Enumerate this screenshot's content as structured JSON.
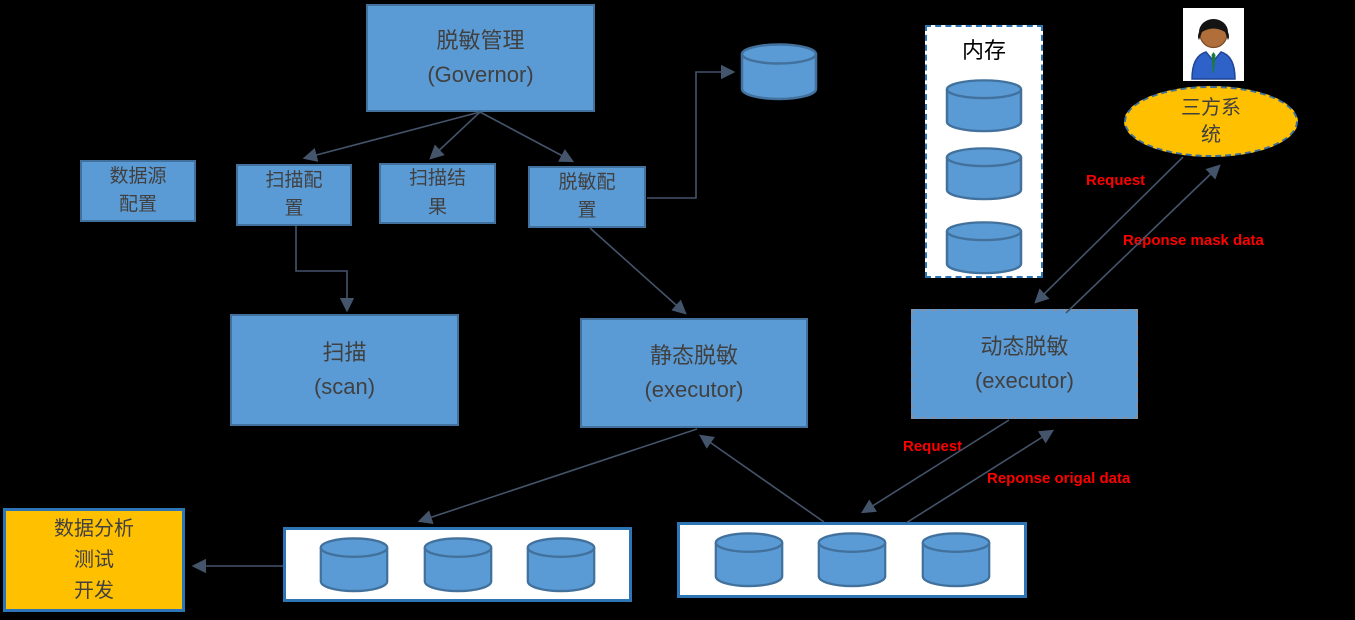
{
  "colors": {
    "accent_blue": "#5B9BD5",
    "box_border_blue": "#41719C",
    "container_border_blue": "#2E75B6",
    "highlight_yellow": "#FFC000",
    "arrow_slate": "#44546A",
    "label_red": "#FF0000",
    "background": "#000000"
  },
  "nodes": {
    "governor": {
      "line1": "脱敏管理",
      "line2": "(Governor)"
    },
    "datasource_config": {
      "line1": "数据源",
      "line2": "配置"
    },
    "scan_config": {
      "line1": "扫描配",
      "line2": "置"
    },
    "scan_result": {
      "line1": "扫描结",
      "line2": "果"
    },
    "mask_config": {
      "line1": "脱敏配",
      "line2": "置"
    },
    "scan": {
      "line1": "扫描",
      "line2": "(scan)"
    },
    "static_mask": {
      "line1": "静态脱敏",
      "line2": "(executor)"
    },
    "dynamic_mask": {
      "line1": "动态脱敏",
      "line2": "(executor)"
    },
    "memory": {
      "label": "内存"
    },
    "third_party": {
      "line1": "三方系",
      "line2": "统"
    },
    "analysis": {
      "line1": "数据分析",
      "line2": "测试",
      "line3": "开发"
    }
  },
  "edge_labels": {
    "request_top": "Request",
    "response_mask": "Reponse mask data",
    "request_bottom": "Request",
    "response_orig": "Reponse origal data"
  },
  "icons": {
    "person": "business-person-icon",
    "database": "database-cylinder-icon"
  }
}
